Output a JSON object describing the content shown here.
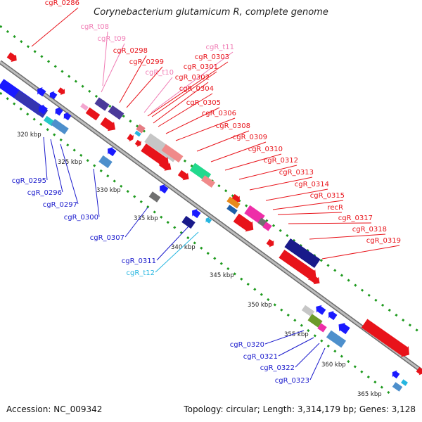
{
  "title": "Corynebacterium glutamicum R, complete genome",
  "footer": {
    "accession": "Accession: NC_009342",
    "summary": "Topology: circular; Length: 3,314,179 bp; Genes: 3,128"
  },
  "colors": {
    "backbone": "#9a9a9a",
    "dotted_track": "#1e9a1e",
    "forward_gene": "#e8131a",
    "reverse_gene": "#1a1aff",
    "trna_label": "#f07bb4",
    "trna_reverse_label": "#26b6e0"
  },
  "ticks": [
    "320 kbp",
    "325 kbp",
    "330 kbp",
    "335 kbp",
    "340 kbp",
    "345 kbp",
    "350 kbp",
    "355 kbp",
    "360 kbp",
    "365 kbp"
  ],
  "labels_top": [
    {
      "text": "cgR_0286",
      "color": "#e8131a"
    },
    {
      "text": "cgR_t08",
      "color": "#f07bb4"
    },
    {
      "text": "cgR_t09",
      "color": "#f07bb4"
    },
    {
      "text": "cgR_0298",
      "color": "#e8131a"
    },
    {
      "text": "cgR_0299",
      "color": "#e8131a"
    },
    {
      "text": "cgR_t10",
      "color": "#f07bb4"
    },
    {
      "text": "cgR_t11",
      "color": "#f07bb4"
    },
    {
      "text": "cgR_0303",
      "color": "#e8131a"
    },
    {
      "text": "cgR_0301",
      "color": "#e8131a"
    },
    {
      "text": "cgR_0302",
      "color": "#e8131a"
    },
    {
      "text": "cgR_0304",
      "color": "#e8131a"
    },
    {
      "text": "cgR_0305",
      "color": "#e8131a"
    },
    {
      "text": "cgR_0306",
      "color": "#e8131a"
    },
    {
      "text": "cgR_0308",
      "color": "#e8131a"
    },
    {
      "text": "cgR_0309",
      "color": "#e8131a"
    },
    {
      "text": "cgR_0310",
      "color": "#e8131a"
    },
    {
      "text": "cgR_0312",
      "color": "#e8131a"
    },
    {
      "text": "cgR_0313",
      "color": "#e8131a"
    },
    {
      "text": "cgR_0314",
      "color": "#e8131a"
    },
    {
      "text": "cgR_0315",
      "color": "#e8131a"
    },
    {
      "text": "recR",
      "color": "#e8131a"
    },
    {
      "text": "cgR_0317",
      "color": "#e8131a"
    },
    {
      "text": "cgR_0318",
      "color": "#e8131a"
    },
    {
      "text": "cgR_0319",
      "color": "#e8131a"
    }
  ],
  "labels_bottom": [
    {
      "text": "cgR_0295",
      "color": "#1a1acc"
    },
    {
      "text": "cgR_0296",
      "color": "#1a1acc"
    },
    {
      "text": "cgR_0297",
      "color": "#1a1acc"
    },
    {
      "text": "cgR_0300",
      "color": "#1a1acc"
    },
    {
      "text": "cgR_0307",
      "color": "#1a1acc"
    },
    {
      "text": "cgR_0311",
      "color": "#1a1acc"
    },
    {
      "text": "cgR_t12",
      "color": "#26b6e0"
    },
    {
      "text": "cgR_0320",
      "color": "#1a1acc"
    },
    {
      "text": "cgR_0321",
      "color": "#1a1acc"
    },
    {
      "text": "cgR_0322",
      "color": "#1a1acc"
    },
    {
      "text": "cgR_0323",
      "color": "#1a1acc"
    }
  ]
}
